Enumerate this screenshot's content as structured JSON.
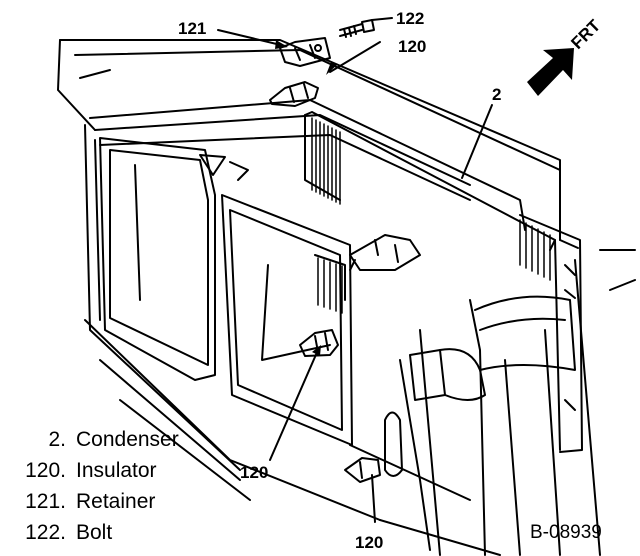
{
  "callouts": {
    "retainer_top": "121",
    "bolt_top": "122",
    "insulator_top": "120",
    "condenser": "2",
    "insulator_mid": "120",
    "insulator_bottom": "120"
  },
  "direction_label": "FRT",
  "legend": [
    {
      "num": "2.",
      "text": "Condenser"
    },
    {
      "num": "120.",
      "text": "Insulator"
    },
    {
      "num": "121.",
      "text": "Retainer"
    },
    {
      "num": "122.",
      "text": "Bolt"
    }
  ],
  "figure_id": "B-08939"
}
